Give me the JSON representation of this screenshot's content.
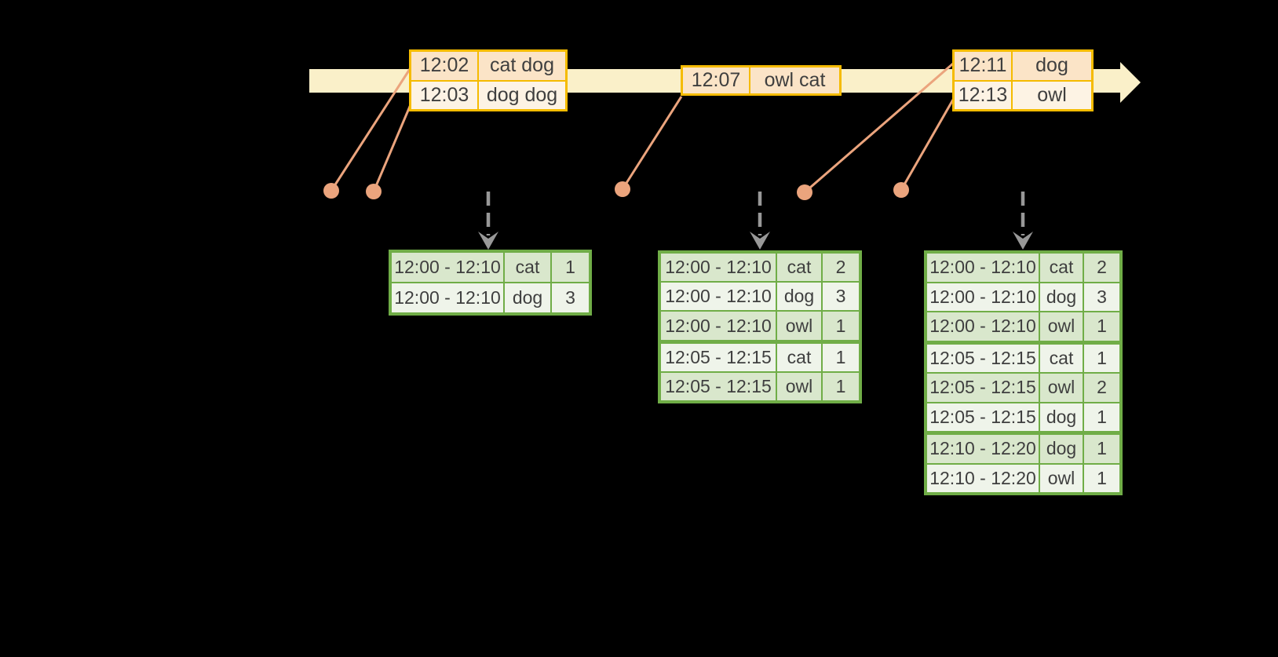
{
  "colors": {
    "background": "#000000",
    "timeline_band": "#FAF0C9",
    "event_box_border": "#F5BB00",
    "event_row_fill_dark": "#FBE4C7",
    "event_row_fill_light": "#FDF3E4",
    "connector_and_dot": "#EBA47D",
    "result_table_border": "#70AD47",
    "result_row_fill_dark": "#D9E7CC",
    "result_row_fill_light": "#EFF4EA",
    "trigger_arrow_gray": "#989898",
    "text": "#3F3F3F"
  },
  "timeline": {
    "event_batches": [
      {
        "rows": [
          {
            "time": "12:02",
            "words": "cat dog"
          },
          {
            "time": "12:03",
            "words": "dog dog"
          }
        ]
      },
      {
        "rows": [
          {
            "time": "12:07",
            "words": "owl cat"
          }
        ]
      },
      {
        "rows": [
          {
            "time": "12:11",
            "words": "dog"
          },
          {
            "time": "12:13",
            "words": "owl"
          }
        ]
      }
    ]
  },
  "result_tables": [
    {
      "rows": [
        {
          "window": "12:00 - 12:10",
          "word": "cat",
          "count": "1"
        },
        {
          "window": "12:00 - 12:10",
          "word": "dog",
          "count": "3"
        }
      ]
    },
    {
      "rows": [
        {
          "window": "12:00 - 12:10",
          "word": "cat",
          "count": "2"
        },
        {
          "window": "12:00 - 12:10",
          "word": "dog",
          "count": "3"
        },
        {
          "window": "12:00 - 12:10",
          "word": "owl",
          "count": "1"
        },
        {
          "window": "12:05 - 12:15",
          "word": "cat",
          "count": "1"
        },
        {
          "window": "12:05 - 12:15",
          "word": "owl",
          "count": "1"
        }
      ]
    },
    {
      "rows": [
        {
          "window": "12:00 - 12:10",
          "word": "cat",
          "count": "2"
        },
        {
          "window": "12:00 - 12:10",
          "word": "dog",
          "count": "3"
        },
        {
          "window": "12:00 - 12:10",
          "word": "owl",
          "count": "1"
        },
        {
          "window": "12:05 - 12:15",
          "word": "cat",
          "count": "1"
        },
        {
          "window": "12:05 - 12:15",
          "word": "owl",
          "count": "2"
        },
        {
          "window": "12:05 - 12:15",
          "word": "dog",
          "count": "1"
        },
        {
          "window": "12:10 - 12:20",
          "word": "dog",
          "count": "1"
        },
        {
          "window": "12:10 - 12:20",
          "word": "owl",
          "count": "1"
        }
      ]
    }
  ]
}
